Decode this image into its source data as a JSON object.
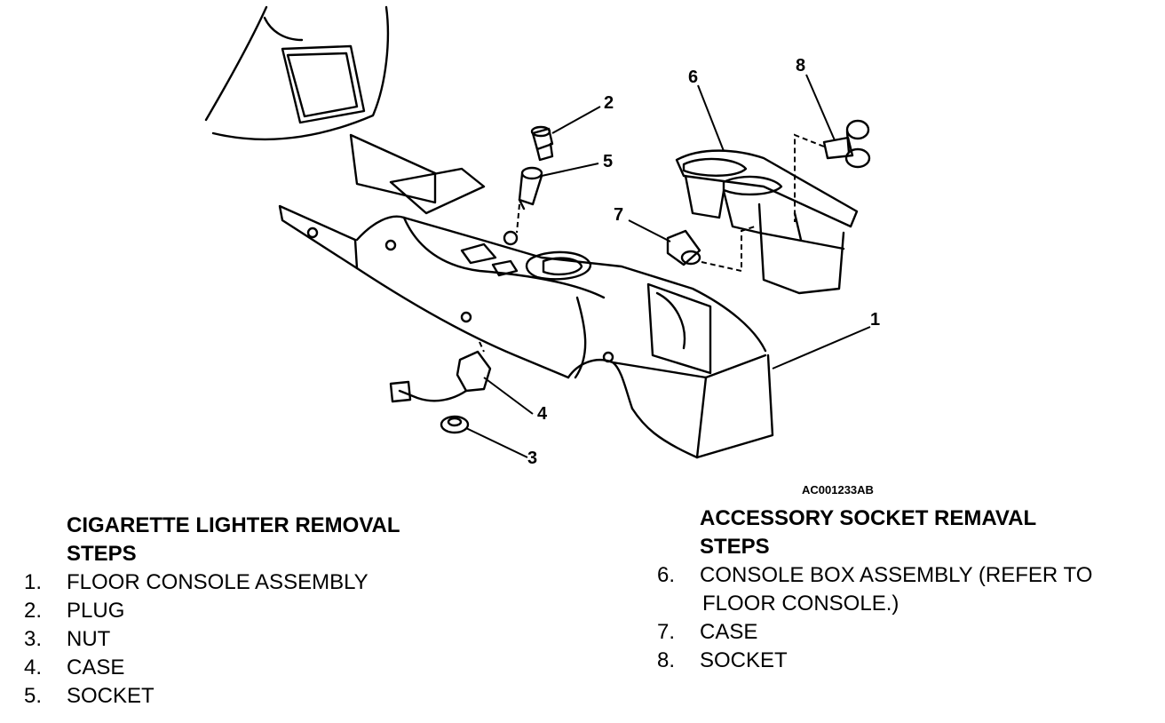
{
  "figure_code": "AC001233AB",
  "callouts": {
    "c1": "1",
    "c2": "2",
    "c3": "3",
    "c4": "4",
    "c5": "5",
    "c6": "6",
    "c7": "7",
    "c8": "8"
  },
  "left_section": {
    "title_line1": "CIGARETTE LIGHTER REMOVAL",
    "title_line2": "STEPS",
    "steps": [
      {
        "num": "1.",
        "text": "FLOOR CONSOLE ASSEMBLY"
      },
      {
        "num": "2.",
        "text": "PLUG"
      },
      {
        "num": "3.",
        "text": "NUT"
      },
      {
        "num": "4.",
        "text": "CASE"
      },
      {
        "num": "5.",
        "text": "SOCKET"
      }
    ]
  },
  "right_section": {
    "title_line1": "ACCESSORY SOCKET REMAVAL",
    "title_line2": "STEPS",
    "steps": [
      {
        "num": "6.",
        "text": "CONSOLE BOX ASSEMBLY (REFER TO"
      },
      {
        "num": "",
        "text": "FLOOR CONSOLE.)"
      },
      {
        "num": "7.",
        "text": "CASE"
      },
      {
        "num": "8.",
        "text": "SOCKET"
      }
    ]
  }
}
